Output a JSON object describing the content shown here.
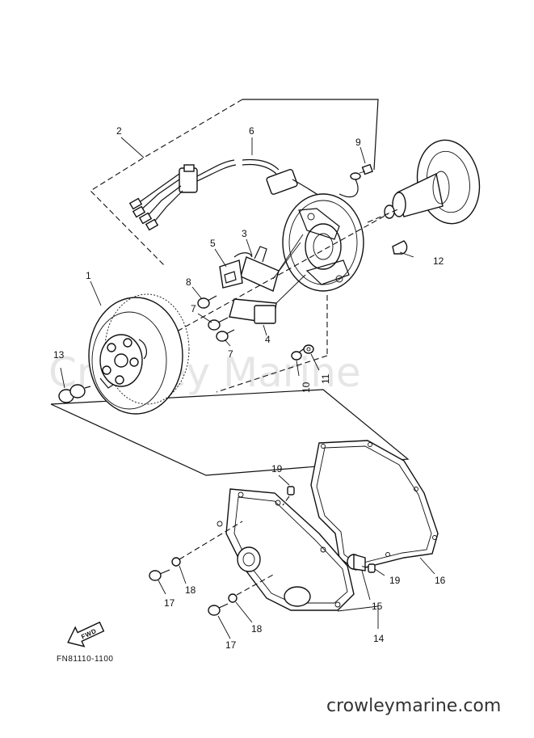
{
  "diagram_code": "FN81110-1100",
  "watermark": "Crowley Marine",
  "site_url": "crowleymarine.com",
  "fwd_label": "FWD",
  "callouts": [
    {
      "id": "c1",
      "label": "1"
    },
    {
      "id": "c2",
      "label": "2"
    },
    {
      "id": "c3",
      "label": "3"
    },
    {
      "id": "c4",
      "label": "4"
    },
    {
      "id": "c5",
      "label": "5"
    },
    {
      "id": "c6",
      "label": "6"
    },
    {
      "id": "c7a",
      "label": "7"
    },
    {
      "id": "c7b",
      "label": "7"
    },
    {
      "id": "c8",
      "label": "8"
    },
    {
      "id": "c9",
      "label": "9"
    },
    {
      "id": "c10",
      "label": "10"
    },
    {
      "id": "c11",
      "label": "11"
    },
    {
      "id": "c12",
      "label": "12"
    },
    {
      "id": "c13",
      "label": "13"
    },
    {
      "id": "c14",
      "label": "14"
    },
    {
      "id": "c15",
      "label": "15"
    },
    {
      "id": "c16",
      "label": "16"
    },
    {
      "id": "c17a",
      "label": "17"
    },
    {
      "id": "c17b",
      "label": "17"
    },
    {
      "id": "c18a",
      "label": "18"
    },
    {
      "id": "c18b",
      "label": "18"
    },
    {
      "id": "c19a",
      "label": "19"
    },
    {
      "id": "c19b",
      "label": "19"
    }
  ]
}
